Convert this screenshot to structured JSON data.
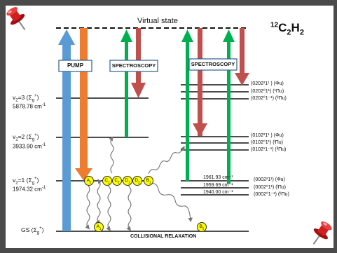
{
  "title": {
    "mass": "12",
    "formula_main": "C",
    "sub1": "2",
    "formula_h": "H",
    "sub2": "2"
  },
  "virtual_state": "Virtual state",
  "pump_label": "PUMP",
  "spectroscopy_label": "SPECTROSCOPY",
  "collisional_relaxation": "COLLISIONAL RELAXATION",
  "levels": {
    "v2_3": {
      "name": "v",
      "sub": "2",
      "rest": "=3 (Σ",
      "rest_sub": "g",
      "rest_sup": "+",
      "close": ")",
      "energy": "5878.78 cm",
      "exp": "-1"
    },
    "v2_2": {
      "name": "v",
      "sub": "2",
      "rest": "=2 (Σ",
      "rest_sub": "g",
      "rest_sup": "+",
      "close": ")",
      "energy": "3933.90 cm",
      "exp": "-1"
    },
    "v2_1": {
      "name": "v",
      "sub": "2",
      "rest": "=1 (Σ",
      "rest_sub": "g",
      "rest_sup": "+",
      "close": ")",
      "energy": "1974.32 cm",
      "exp": "-1"
    },
    "gs": {
      "text": "GS (Σ",
      "sub": "g",
      "sup": "+",
      "close": ")"
    }
  },
  "right_states_top": [
    "(0202²1¹ ) (Φu)",
    "(0202⁰1¹) (¹Πu)",
    "(0202⁰1⁻¹) (ᴵᴵΠu)"
  ],
  "right_states_mid": [
    "(0102²1¹ ) (Φu)",
    "(0102⁰1¹) (ᴵΠu)",
    "(0102¹1⁻¹) (ᴵᴵΠu)"
  ],
  "right_states_low": {
    "energies": [
      "1961.93 cm⁻¹",
      "1959.69 cm⁻¹",
      "1940.00 cm⁻¹"
    ],
    "states": [
      "(0002²1¹) (Φu)",
      "(0002⁰1¹) (ᴵΠu)",
      "(0002⁰1⁻¹) (ᴵᴵΠu)"
    ]
  },
  "markers": {
    "a1": {
      "main": "A",
      "sub": "1"
    },
    "a2": {
      "main": "A",
      "sub": "2"
    },
    "c1": {
      "main": "C",
      "sub": "1"
    },
    "c2": {
      "main": "C",
      "sub": "2"
    },
    "d1": {
      "main": "D",
      "sub": "1"
    },
    "d2": {
      "main": "D",
      "sub": "2"
    },
    "b1": {
      "main": "B",
      "sub": "1"
    },
    "b2": {
      "main": "B",
      "sub": "2"
    }
  },
  "colors": {
    "pump_blue": "#5b9bd5",
    "pump_orange": "#ed7d31",
    "green": "#00b050",
    "red": "#c0504d",
    "marker_yellow": "#ffff00",
    "pin_red": "#d11f1f",
    "border": "#4a4a4a",
    "slide_bg": "#ffffff"
  },
  "icons": [
    "push-pin-icon",
    "push-pin-icon"
  ]
}
